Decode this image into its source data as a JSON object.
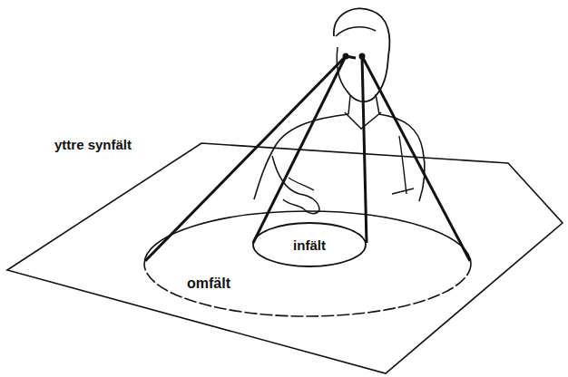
{
  "diagram": {
    "nodes": [
      {
        "text": [
          "omfält"
        ]
      },
      {
        "text": [
          "infält"
        ],
        "in": 0
      }
    ],
    "labels": [
      "yttre synfält"
    ]
  }
}
